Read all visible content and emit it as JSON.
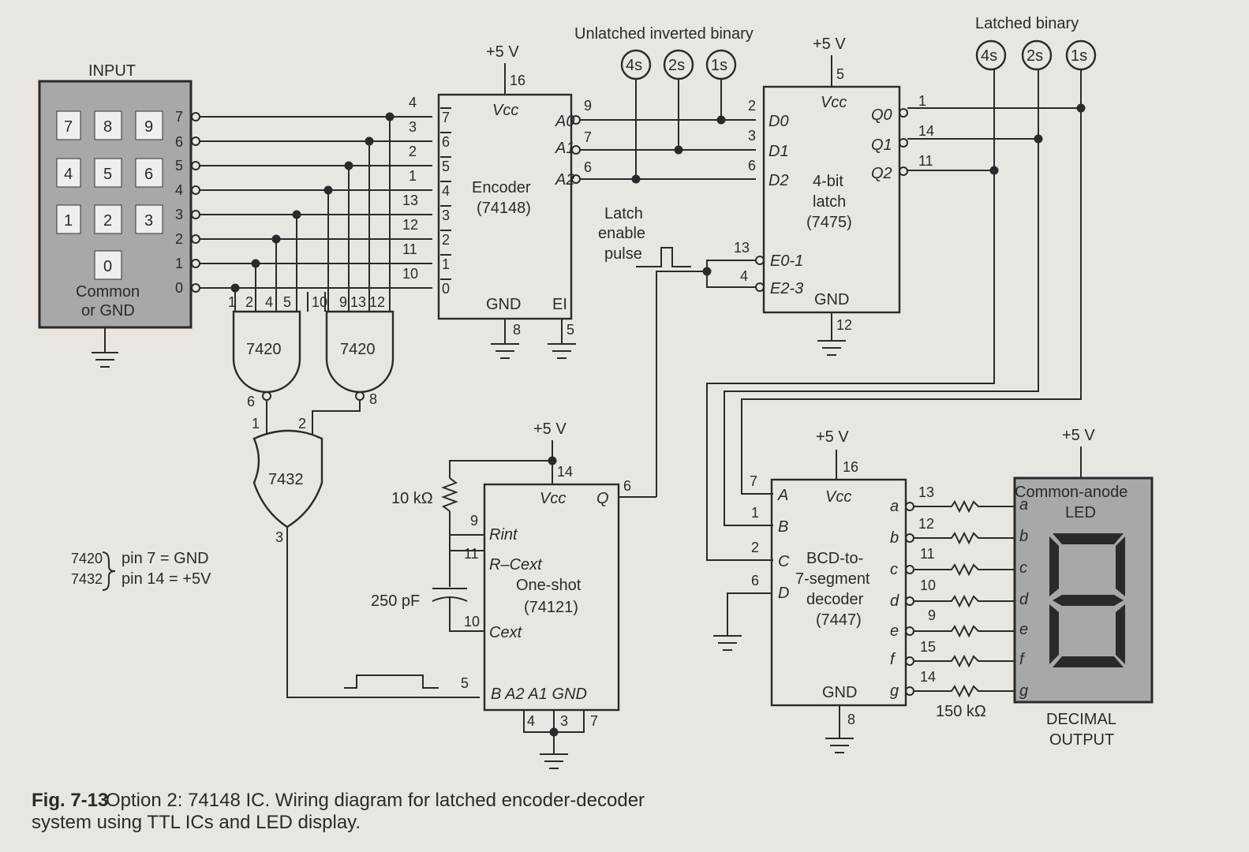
{
  "caption": {
    "fig": "Fig. 7-13",
    "text1": "Option 2: 74148 IC. Wiring diagram for latched encoder-decoder",
    "text2": "system using TTL ICs and LED display."
  },
  "input": {
    "title": "INPUT",
    "keys": [
      "7",
      "8",
      "9",
      "4",
      "5",
      "6",
      "1",
      "2",
      "3",
      "0"
    ],
    "common1": "Common",
    "common2": "or GND",
    "lines": [
      "7",
      "6",
      "5",
      "4",
      "3",
      "2",
      "1",
      "0"
    ]
  },
  "gates": {
    "nand_a": "7420",
    "nand_a_pins": [
      "1",
      "2",
      "4",
      "5"
    ],
    "nand_a_out": "6",
    "nand_b": "7420",
    "nand_b_pins": [
      "10",
      "9",
      "13",
      "12"
    ],
    "nand_b_out": "8",
    "or_gate": "7432",
    "or_in1": "1",
    "or_in2": "2",
    "or_out": "3",
    "note1": "pin 7 = GND",
    "note2": "pin 14 = +5V"
  },
  "encoder": {
    "name": "Encoder",
    "part": "(74148)",
    "vcc": "+5 V",
    "vcc_label": "Vcc",
    "vcc_pin": "16",
    "in_pins": [
      "4",
      "3",
      "2",
      "1",
      "13",
      "12",
      "11",
      "10"
    ],
    "in_labels": [
      "7",
      "6",
      "5",
      "4",
      "3",
      "2",
      "1",
      "0"
    ],
    "out_labels": [
      "A0",
      "A1",
      "A2"
    ],
    "out_pins": [
      "9",
      "7",
      "6"
    ],
    "gnd": "GND",
    "gnd_pin": "8",
    "ei": "EI",
    "ei_pin": "5"
  },
  "unlatched": {
    "title": "Unlatched inverted binary",
    "lamps": [
      "4s",
      "2s",
      "1s"
    ]
  },
  "latched": {
    "title": "Latched binary",
    "lamps": [
      "4s",
      "2s",
      "1s"
    ]
  },
  "latch_pulse": {
    "l1": "Latch",
    "l2": "enable",
    "l3": "pulse"
  },
  "latch": {
    "vcc": "+5 V",
    "vcc_label": "Vcc",
    "vcc_pin": "5",
    "d_labels": [
      "D0",
      "D1",
      "D2"
    ],
    "d_pins": [
      "2",
      "3",
      "6"
    ],
    "name1": "4-bit",
    "name2": "latch",
    "part": "(7475)",
    "e_labels": [
      "E0-1",
      "E2-3"
    ],
    "e_pins": [
      "13",
      "4"
    ],
    "gnd": "GND",
    "gnd_pin": "12",
    "q_labels": [
      "Q0",
      "Q1",
      "Q2"
    ],
    "q_pins": [
      "1",
      "14",
      "11"
    ]
  },
  "oneshot": {
    "vcc": "+5 V",
    "vcc_label": "Vcc",
    "vcc_pin": "14",
    "r_label": "10 kΩ",
    "c_label": "250 pF",
    "rint": "Rint",
    "rcext": "R–Cext",
    "cext": "Cext",
    "rint_pin": "9",
    "rcext_pin": "11",
    "cext_pin": "10",
    "name": "One-shot",
    "part": "(74121)",
    "q": "Q",
    "q_pin": "6",
    "bottom": "B  A2  A1  GND",
    "b_pin": "5",
    "bottom_pins": [
      "4",
      "3",
      "7"
    ]
  },
  "decoder": {
    "vcc": "+5 V",
    "vcc_label": "Vcc",
    "vcc_pin": "16",
    "in_labels": [
      "A",
      "B",
      "C",
      "D"
    ],
    "in_pins": [
      "7",
      "1",
      "2",
      "6"
    ],
    "name1": "BCD-to-",
    "name2": "7-segment",
    "name3": "decoder",
    "part": "(7447)",
    "gnd": "GND",
    "gnd_pin": "8",
    "out_labels": [
      "a",
      "b",
      "c",
      "d",
      "e",
      "f",
      "g"
    ],
    "out_pins": [
      "13",
      "12",
      "11",
      "10",
      "9",
      "15",
      "14"
    ]
  },
  "resistors": {
    "label": "150 kΩ"
  },
  "display": {
    "vcc": "+5 V",
    "title1": "Common-anode",
    "title2": "LED",
    "segments": [
      "a",
      "b",
      "c",
      "d",
      "e",
      "f",
      "g"
    ],
    "out1": "DECIMAL",
    "out2": "OUTPUT"
  }
}
